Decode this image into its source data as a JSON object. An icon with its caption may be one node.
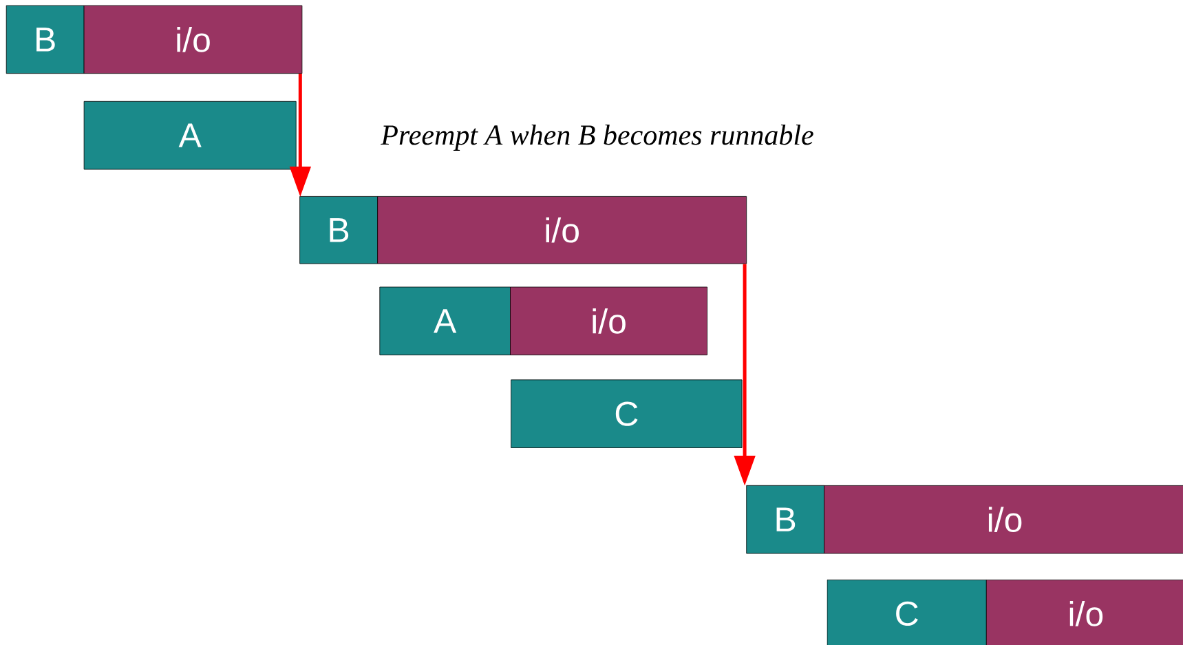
{
  "diagram": {
    "nodes": [
      {
        "text": [
          "B"
        ]
      },
      {
        "text": [
          "i/o"
        ]
      },
      {
        "text": [
          "A"
        ]
      },
      {
        "text": [
          "B"
        ]
      },
      {
        "text": [
          "i/o"
        ]
      },
      {
        "text": [
          "A"
        ]
      },
      {
        "text": [
          "i/o"
        ]
      },
      {
        "text": [
          "C"
        ]
      },
      {
        "text": [
          "B"
        ]
      },
      {
        "text": [
          "i/o"
        ]
      },
      {
        "text": [
          "C"
        ]
      },
      {
        "text": [
          "i/o"
        ]
      }
    ],
    "edges": [
      {
        "from": 1,
        "to": 3,
        "arrow": "to",
        "label": "Preempt A when B becomes runnable"
      },
      {
        "from": 4,
        "to": 8,
        "arrow": "to"
      }
    ]
  }
}
